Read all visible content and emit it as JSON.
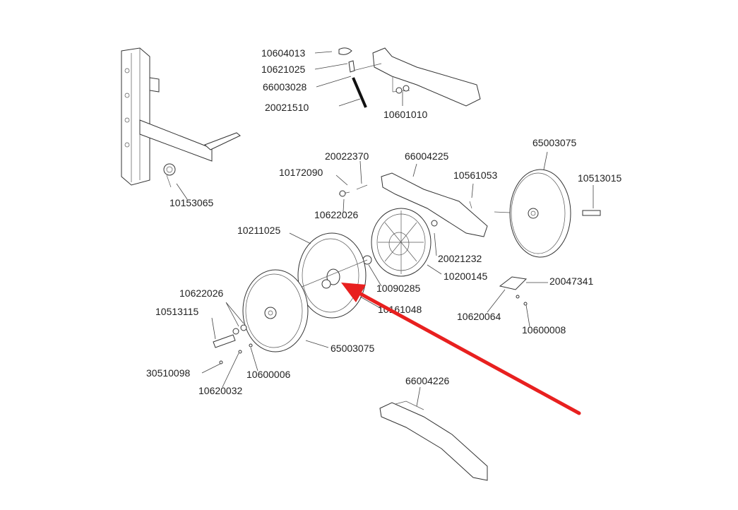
{
  "labels": {
    "p10604013": "10604013",
    "p10621025": "10621025",
    "p66003028": "66003028",
    "p20021510": "20021510",
    "p10601010": "10601010",
    "p20022370": "20022370",
    "p66004225": "66004225",
    "p65003075_top": "65003075",
    "p10172090": "10172090",
    "p10561053": "10561053",
    "p10513015": "10513015",
    "p10153065": "10153065",
    "p10622026_top": "10622026",
    "p10211025": "10211025",
    "p20021232": "20021232",
    "p10200145": "10200145",
    "p10090285": "10090285",
    "p20047341": "20047341",
    "p10622026_left": "10622026",
    "p10161048": "10161048",
    "p10513115": "10513115",
    "p10620064": "10620064",
    "p10600008": "10600008",
    "p65003075_bottom": "65003075",
    "p30510098": "30510098",
    "p10600006": "10600006",
    "p10620032": "10620032",
    "p66004226": "66004226"
  },
  "annotation": {
    "type": "arrow",
    "color": "#e8201f",
    "points_to": "10161048"
  }
}
